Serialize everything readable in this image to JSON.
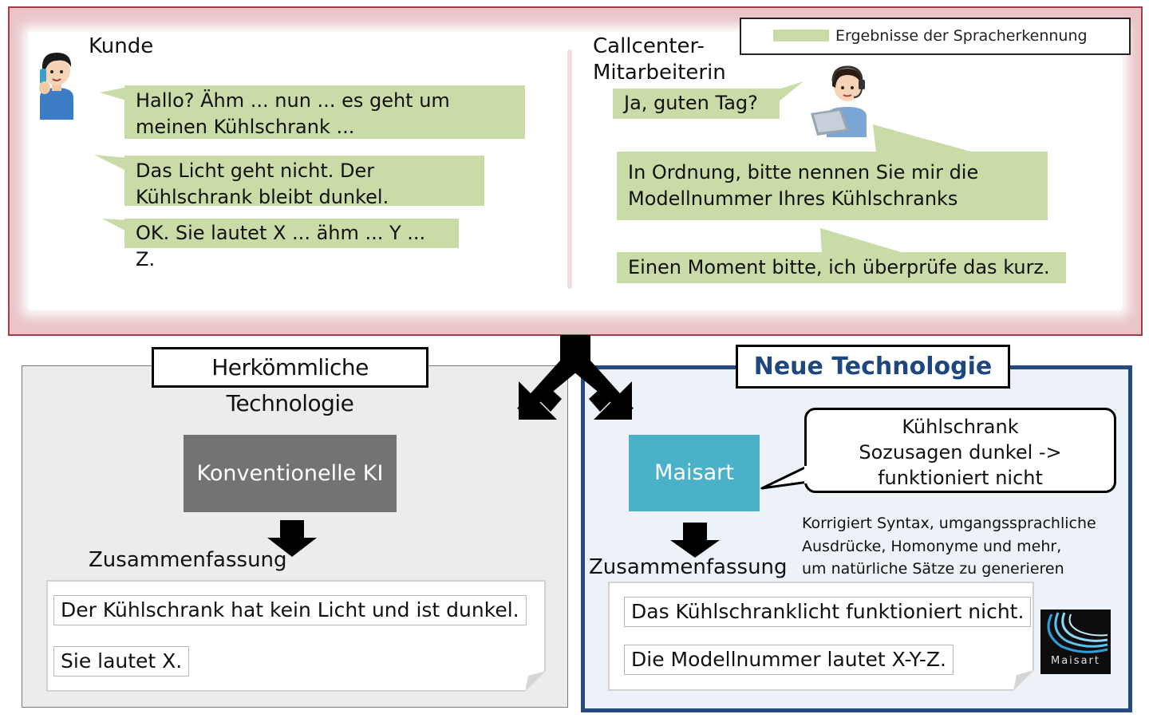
{
  "conversation": {
    "customer": {
      "label": "Kunde",
      "utterances": [
        "Hallo? Ähm ... nun ... es geht um meinen Kühlschrank ...",
        "Das Licht geht nicht. Der Kühlschrank bleibt dunkel.",
        "OK. Sie lautet X ... ähm ... Y ... Z."
      ]
    },
    "agent": {
      "label_line1": "Callcenter-",
      "label_line2": "Mitarbeiterin",
      "utterances": [
        "Ja, guten Tag?",
        "In Ordnung, bitte nennen Sie mir die Modellnummer Ihres Kühlschranks",
        "Einen Moment bitte, ich überprüfe das kurz."
      ]
    },
    "legend": {
      "text": "Ergebnisse der Spracherkennung",
      "swatch_color": "#c9dba6"
    }
  },
  "conventional": {
    "title": "Herkömmliche Technologie",
    "engine": "Konventionelle KI",
    "summary_label": "Zusammenfassung",
    "summary": [
      "Der Kühlschrank hat kein Licht und ist dunkel.",
      "Sie lautet X."
    ]
  },
  "new": {
    "title": "Neue Technologie",
    "engine": "Maisart",
    "callout_lines": [
      "Kühlschrank",
      "Sozusagen dunkel ->",
      "funktioniert nicht"
    ],
    "correction_lines": [
      "Korrigiert Syntax, umgangssprachliche",
      "Ausdrücke, Homonyme und mehr,",
      "um natürliche Sätze zu generieren"
    ],
    "summary_label": "Zusammenfassung",
    "summary": [
      "Das Kühlschranklicht funktioniert nicht.",
      "Die Modellnummer lautet X-Y-Z."
    ],
    "logo_text": "Maisart"
  },
  "colors": {
    "bubble": "#c9dba6",
    "top_panel": "#e9c5c8",
    "top_border": "#a33e44",
    "new_border": "#26497e",
    "maisart": "#4bb1c9",
    "conventional_engine": "#737373"
  }
}
